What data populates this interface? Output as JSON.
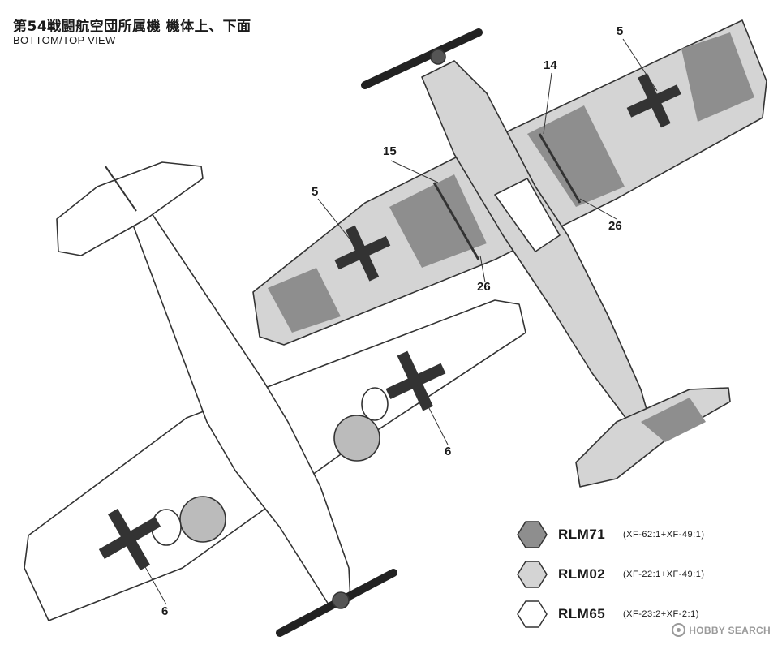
{
  "header": {
    "title_jp": "第54戦闘航空団所属機  機体上、下面",
    "title_en": "BOTTOM/TOP VIEW"
  },
  "callouts": {
    "top_tip": "5",
    "top_14": "14",
    "top_15": "15",
    "top_left_5": "5",
    "top_26_right": "26",
    "top_26_left": "26",
    "bottom_6_right": "6",
    "bottom_6_left": "6"
  },
  "legend": [
    {
      "name": "RLM71",
      "mix": "(XF-62:1+XF-49:1)",
      "color": "#8e8e8e"
    },
    {
      "name": "RLM02",
      "mix": "(XF-22:1+XF-49:1)",
      "color": "#d4d4d4"
    },
    {
      "name": "RLM65",
      "mix": "(XF-23:2+XF-2:1)",
      "color": "#ffffff"
    }
  ],
  "watermark": "HOBBY SEARCH"
}
